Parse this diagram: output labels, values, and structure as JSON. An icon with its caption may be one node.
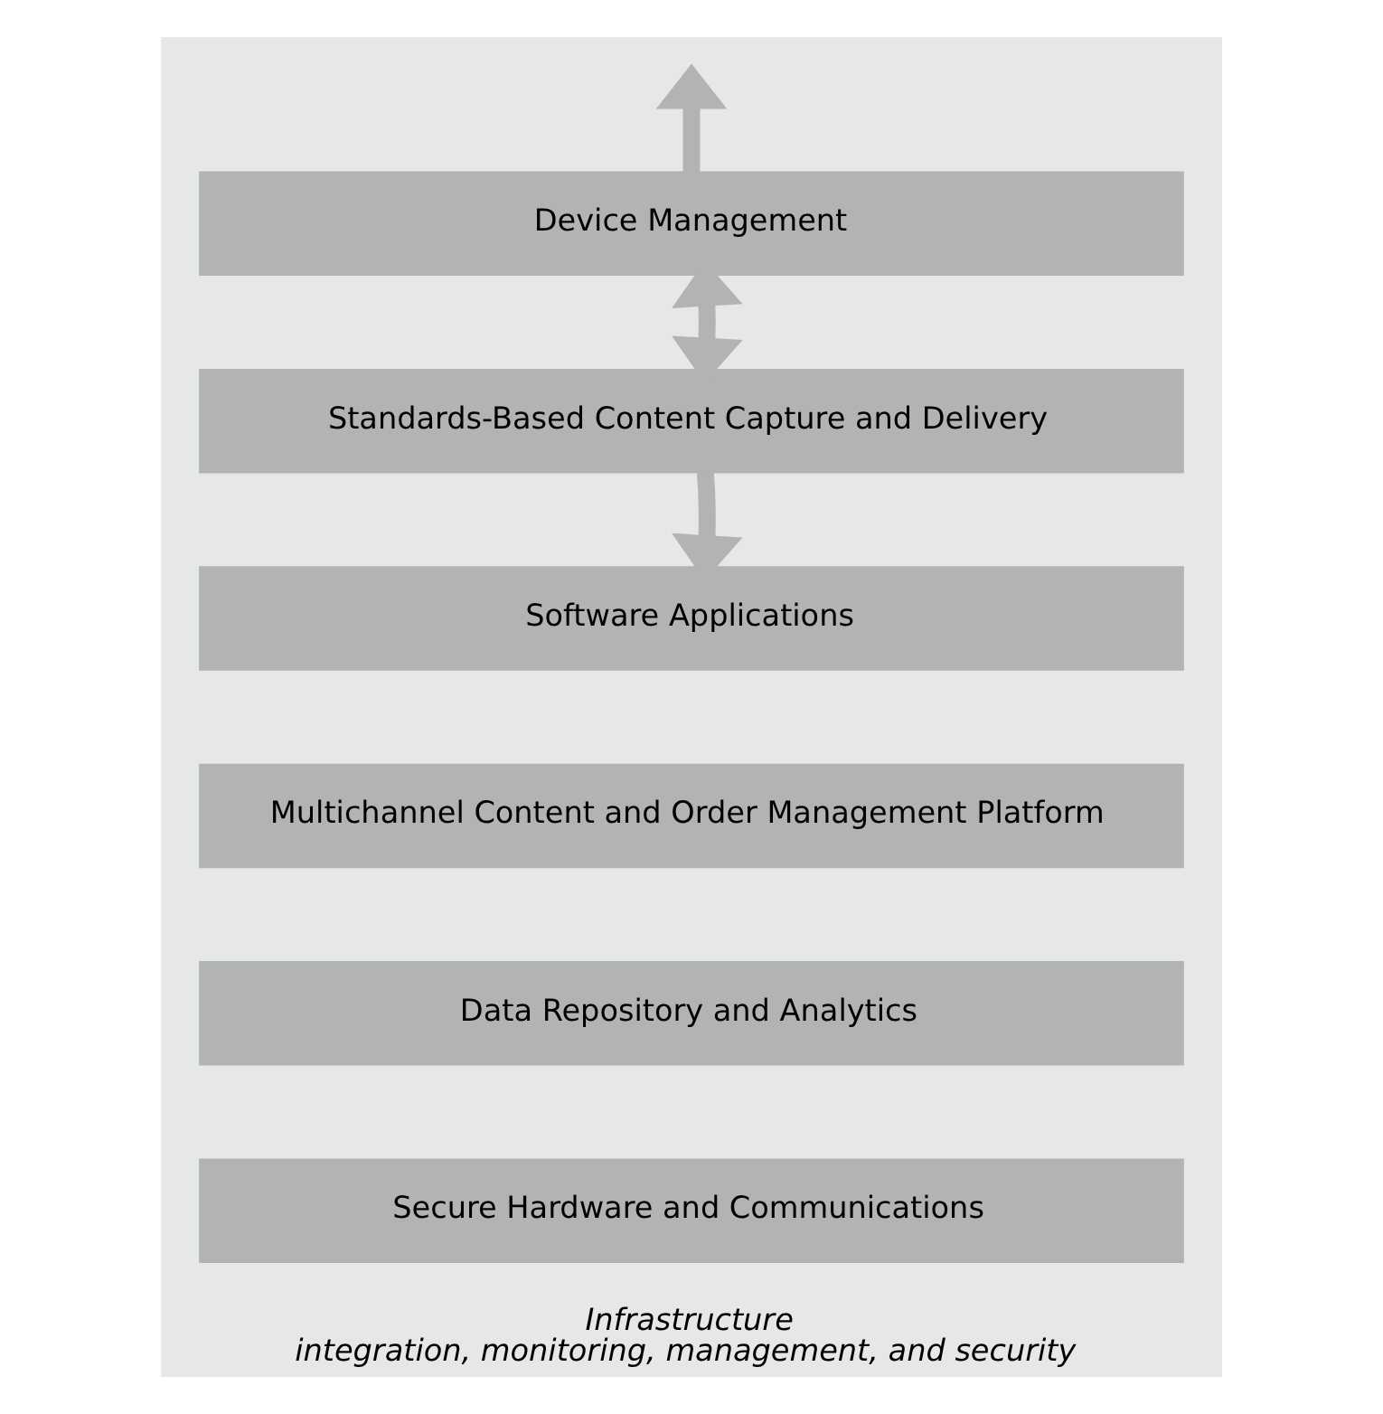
{
  "diagram": {
    "nodes": [
      {
        "text": [
          "Infrastructure",
          "integration, monitoring, management, and security"
        ]
      },
      {
        "text": [
          "Device Management"
        ],
        "in": 0
      },
      {
        "text": [
          "Standards-Based Content Capture and Delivery"
        ],
        "in": 0
      },
      {
        "text": [
          "Software Applications"
        ],
        "in": 0
      },
      {
        "text": [
          "Multichannel Content and Order Management Platform"
        ],
        "in": 0
      },
      {
        "text": [
          "Data Repository and Analytics"
        ],
        "in": 0
      },
      {
        "text": [
          "Secure Hardware and Communications"
        ],
        "in": 0
      }
    ],
    "edges": [
      {
        "from": 1,
        "to": null,
        "arrow": "to"
      },
      {
        "from": 1,
        "to": 2,
        "arrow": "both"
      },
      {
        "from": 2,
        "to": 3,
        "arrow": "to"
      }
    ]
  }
}
